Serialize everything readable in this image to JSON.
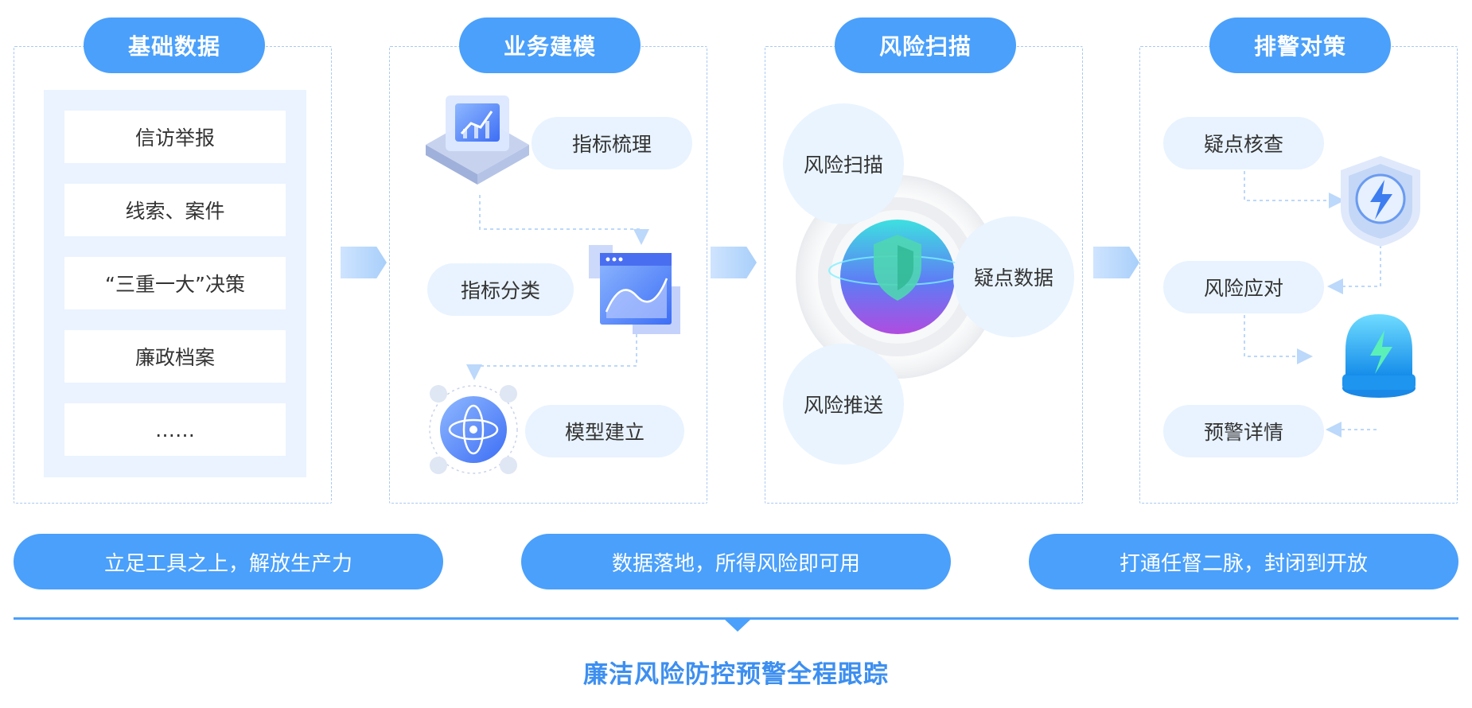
{
  "colors": {
    "primary": "#4aa0fb",
    "light_fill": "#e8f3ff",
    "dashed_border": "#a9c9f2",
    "footer_text": "#3d8ff0"
  },
  "columns": [
    {
      "title": "基础数据",
      "items": [
        "信访举报",
        "线索、案件",
        "“三重一大”决策",
        "廉政档案",
        "……"
      ]
    },
    {
      "title": "业务建模",
      "items": [
        "指标梳理",
        "指标分类",
        "模型建立"
      ],
      "icons": [
        "chart-cube-icon",
        "line-chart-window-icon",
        "atom-network-icon"
      ]
    },
    {
      "title": "风险扫描",
      "items": [
        "风险扫描",
        "疑点数据",
        "风险推送"
      ],
      "icons": [
        "shield-globe-icon"
      ]
    },
    {
      "title": "排警对策",
      "items": [
        "疑点核查",
        "风险应对",
        "预警详情"
      ],
      "icons": [
        "shield-lightning-icon",
        "alarm-light-icon"
      ]
    }
  ],
  "bottom_pills": [
    "立足工具之上，解放生产力",
    "数据落地，所得风险即可用",
    "打通任督二脉，封闭到开放"
  ],
  "footer_title": "廉洁风险防控预警全程跟踪"
}
